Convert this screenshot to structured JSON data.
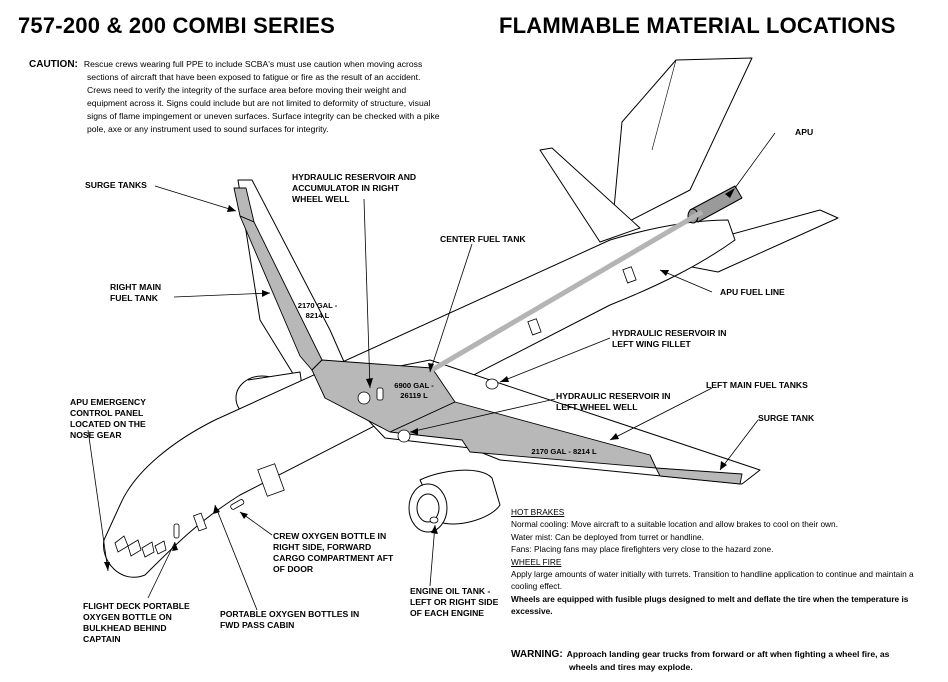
{
  "header": {
    "left_title": "757-200 & 200 COMBI SERIES",
    "right_title": "FLAMMABLE MATERIAL LOCATIONS"
  },
  "caution": {
    "label": "CAUTION:",
    "lines": [
      "Rescue crews wearing full PPE to include SCBA's must use caution when moving across",
      "sections of aircraft that have been exposed to fatigue or fire as the result of an accident.",
      "Crews need to verify the integrity of the surface area before moving their weight and",
      "equipment across it.  Signs could include but are not limited to deformity of structure, visual",
      "signs of flame impingement or uneven surfaces.  Surface integrity can be checked with a pike",
      "pole, axe or any instrument used to sound surfaces for integrity."
    ]
  },
  "callouts": {
    "apu": "APU",
    "surge_tanks": "SURGE TANKS",
    "hydraulic_right_wheel": "HYDRAULIC RESERVOIR AND\nACCUMULATOR IN RIGHT\nWHEEL WELL",
    "center_fuel_tank": "CENTER FUEL TANK",
    "apu_fuel_line": "APU FUEL LINE",
    "right_main_fuel_tank": "RIGHT MAIN\nFUEL TANK",
    "hydraulic_left_fillet": "HYDRAULIC RESERVOIR IN\nLEFT WING FILLET",
    "left_main_fuel_tanks": "LEFT MAIN FUEL TANKS",
    "apu_emergency_panel": "APU EMERGENCY\nCONTROL PANEL\nLOCATED ON THE\nNOSE GEAR",
    "hydraulic_left_wheel": "HYDRAULIC RESERVOIR IN\nLEFT WHEEL WELL",
    "surge_tank": "SURGE TANK",
    "crew_oxygen": "CREW OXYGEN BOTTLE IN\nRIGHT SIDE, FORWARD\nCARGO COMPARTMENT AFT\nOF DOOR",
    "engine_oil": "ENGINE OIL TANK -\nLEFT OR RIGHT SIDE\nOF EACH ENGINE",
    "flight_deck_oxygen": "FLIGHT DECK PORTABLE\nOXYGEN BOTTLE ON\nBULKHEAD BEHIND\nCAPTAIN",
    "portable_oxygen": "PORTABLE OXYGEN BOTTLES IN\nFWD PASS CABIN"
  },
  "capacities": {
    "right_main": "2170 GAL -\n8214 L",
    "center": "6900 GAL -\n26119 L",
    "left_main": "2170 GAL - 8214 L"
  },
  "notes": {
    "hot_brakes_heading": "HOT BRAKES",
    "normal_cooling": "Normal cooling:  Move aircraft to a suitable location and allow brakes to cool on their own.",
    "water_mist": "Water mist:  Can be deployed from turret or handline.",
    "fans": "Fans:  Placing fans may place firefighters very close to the hazard zone.",
    "wheel_fire_heading": "WHEEL FIRE",
    "wheel_fire_text": "Apply large amounts of water initially with turrets.  Transition to handline application to continue and maintain a cooling effect.",
    "fusible_plugs": "Wheels are equipped with fusible plugs designed to melt and deflate the tire when the temperature is excessive."
  },
  "warning": {
    "label": "WARNING:",
    "line1": "Approach landing gear trucks from forward or aft when fighting a wheel fire, as",
    "line2": "wheels and tires may explode."
  },
  "colors": {
    "fuel_tank_fill": "#b8b8b8",
    "apu_fuel_line": "#b4b4b4",
    "outline": "#000000"
  }
}
